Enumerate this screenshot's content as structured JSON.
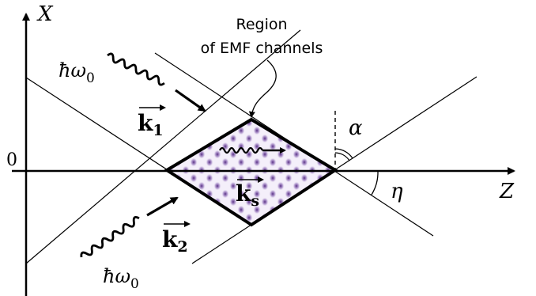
{
  "axes": {
    "x_axis_label": "X",
    "z_axis_label": "Z",
    "origin_label": "0"
  },
  "region_label": {
    "line1": "Region",
    "line2": "of EMF channels"
  },
  "photon_labels": {
    "top": {
      "symbol": "ħω",
      "subscript": "0"
    },
    "bottom": {
      "symbol": "ħω",
      "subscript": "0"
    }
  },
  "wave_vectors": {
    "k1": {
      "letter": "k",
      "subscript": "1"
    },
    "k2": {
      "letter": "k",
      "subscript": "2"
    },
    "ks": {
      "letter": "k",
      "subscript": "s"
    }
  },
  "angles": {
    "alpha": "α",
    "eta": "η"
  },
  "colors": {
    "lines": "#000000",
    "interference_fringe": "#5a2a8c",
    "background": "#ffffff"
  }
}
